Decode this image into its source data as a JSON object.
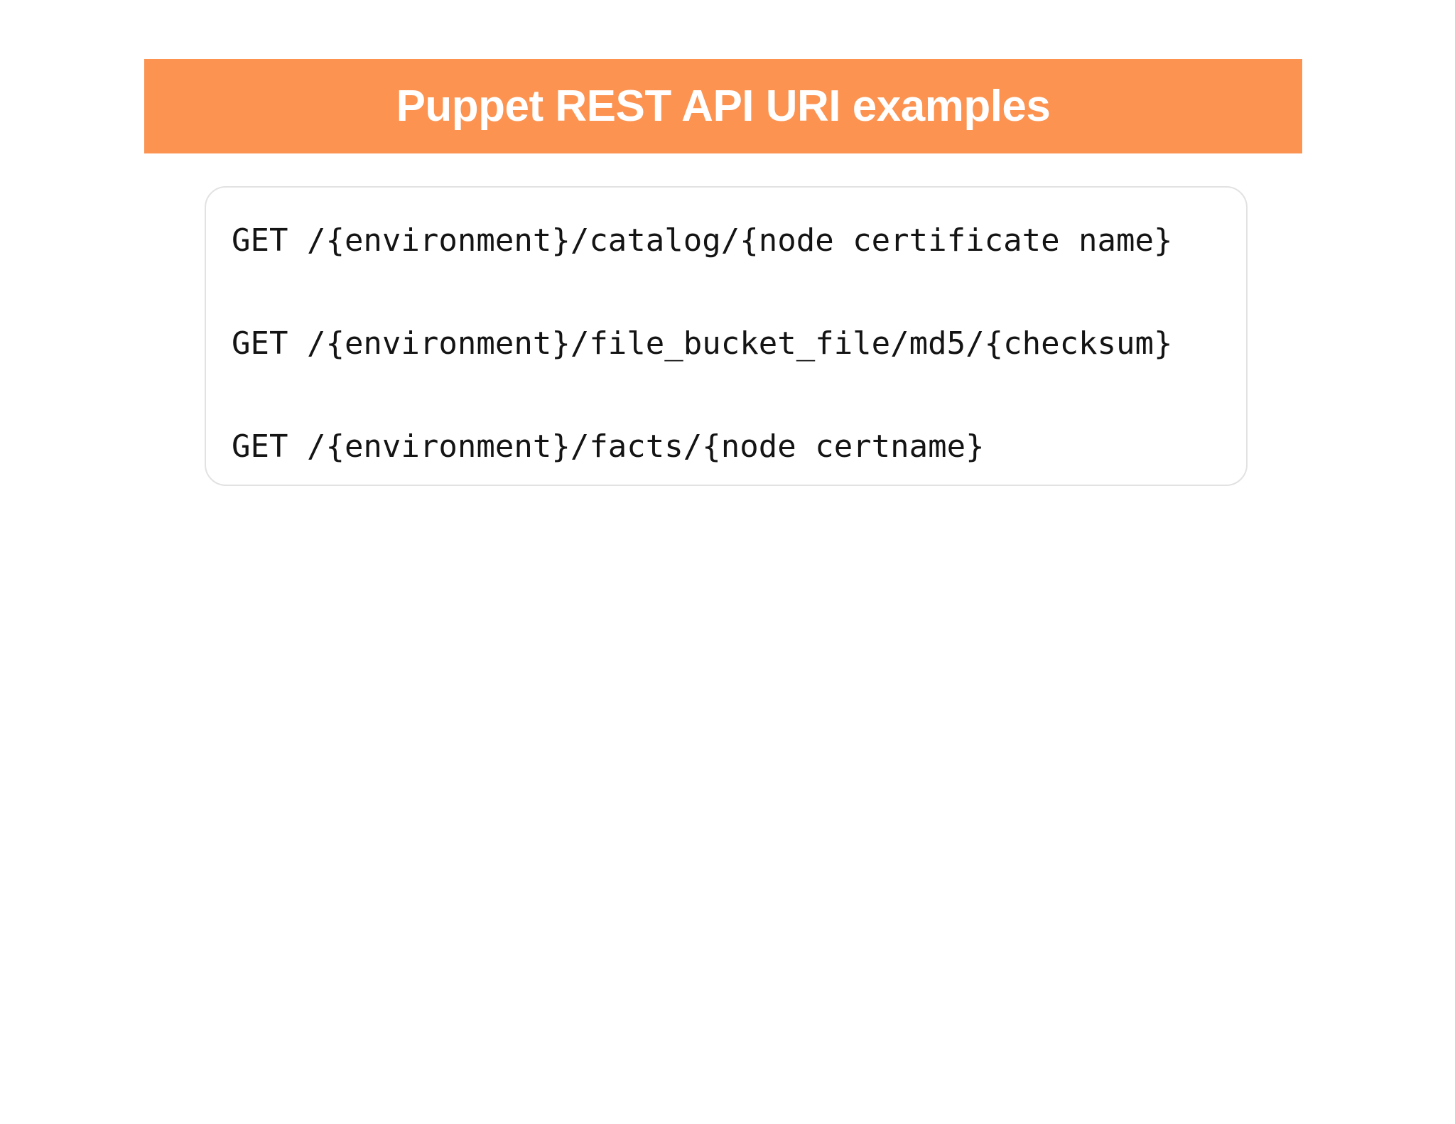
{
  "slide": {
    "background_color": "#ffffff",
    "title_banner": {
      "text": "Puppet REST API URI examples",
      "background_color": "#fc9351",
      "text_color": "#ffffff"
    },
    "code_card": {
      "border_color": "#e2e2e2",
      "background_color": "#ffffff",
      "text_color": "#141414",
      "lines": [
        "GET /{environment}/catalog/{node certificate name}",
        "GET /{environment}/file_bucket_file/md5/{checksum}",
        "GET /{environment}/facts/{node certname}"
      ]
    }
  }
}
